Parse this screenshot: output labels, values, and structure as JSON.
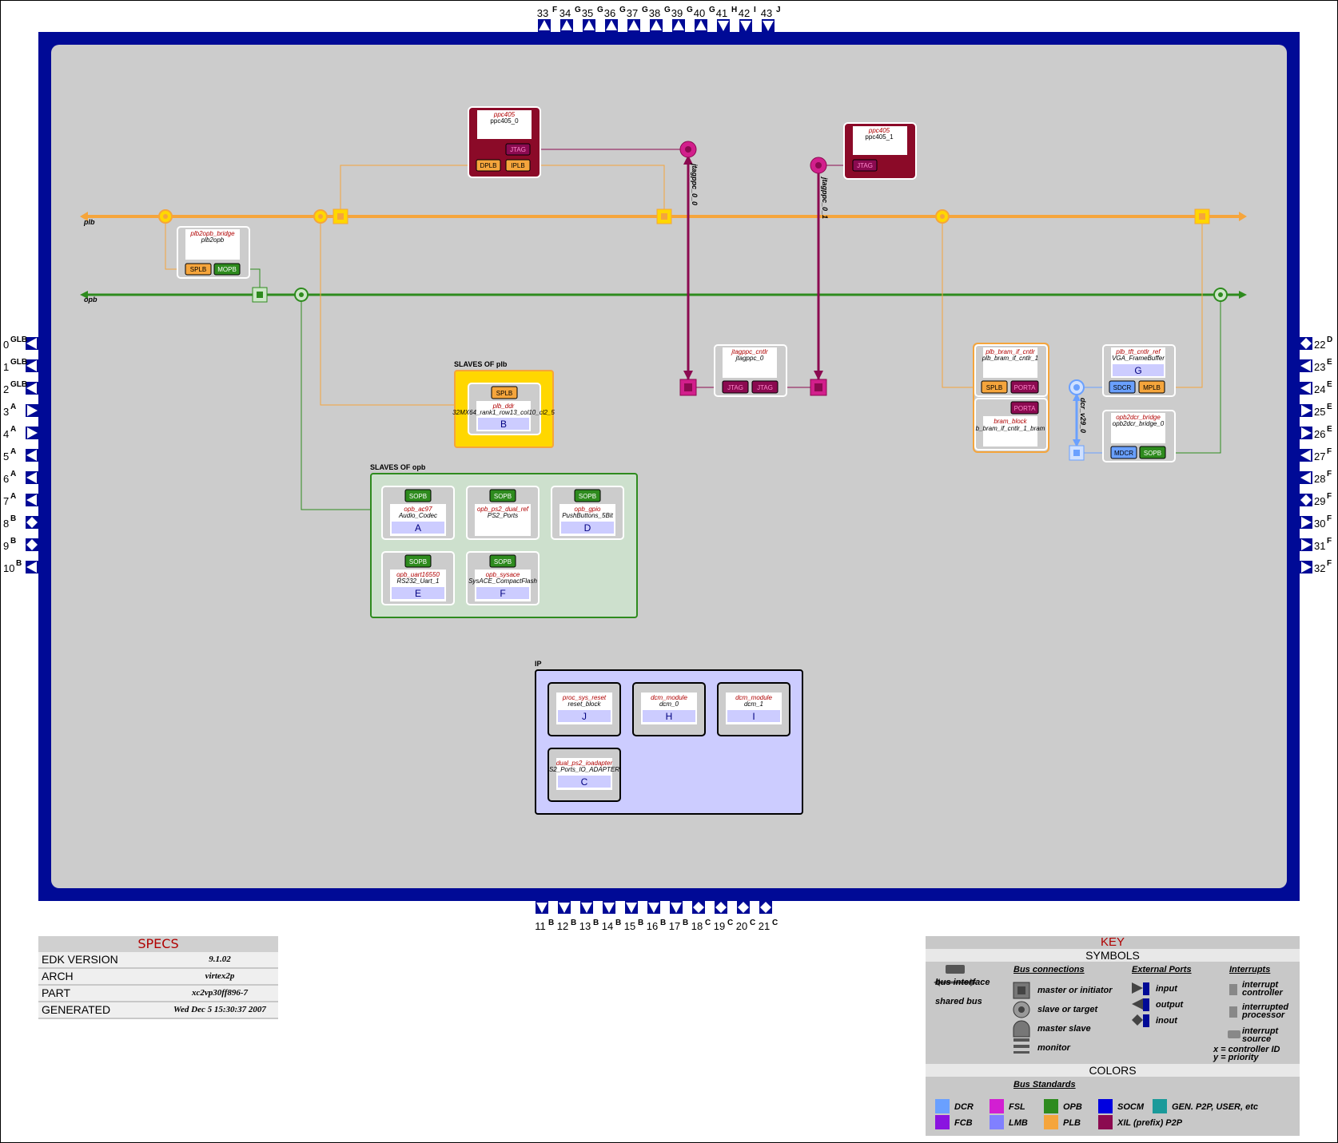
{
  "buses": {
    "plb": {
      "label": "plb",
      "color": "#f5a53c"
    },
    "opb": {
      "label": "opb",
      "color": "#2e8b1e"
    }
  },
  "instances": {
    "ppc405_0": {
      "type": "ppc405",
      "name": "ppc405_0",
      "ports": [
        "JTAG",
        "DPLB",
        "IPLB"
      ]
    },
    "ppc405_1": {
      "type": "ppc405",
      "name": "ppc405_1",
      "ports": [
        "JTAG"
      ]
    },
    "plb2opb": {
      "type": "plb2opb_bridge",
      "name": "plb2opb",
      "ports": [
        "SPLB",
        "MOPB"
      ]
    },
    "jtagppc": {
      "type": "jtagppc_cntlr",
      "name": "jtagppc_0",
      "ports": [
        "JTAG",
        "JTAG"
      ]
    },
    "plb_bram_if": {
      "type": "plb_bram_if_cntlr",
      "name": "plb_bram_if_cntlr_1",
      "ports": [
        "SPLB",
        "PORTA"
      ]
    },
    "bram_block": {
      "type": "bram_block",
      "name": "b_bram_if_cntlr_1_bram",
      "ports": [
        "PORTA"
      ]
    },
    "plb_tft": {
      "type": "plb_tft_cntlr_ref",
      "name": "VGA_FrameBuffer",
      "letter": "G",
      "ports": [
        "SDCR",
        "MPLB"
      ]
    },
    "opb2dcr": {
      "type": "opb2dcr_bridge",
      "name": "opb2dcr_bridge_0",
      "ports": [
        "MDCR",
        "SOPB"
      ]
    }
  },
  "jtag_labels": [
    "jtagppc_0_0",
    "jtagppc_0_1"
  ],
  "dcr_label": "dcr_v29_0",
  "slaves_plb": {
    "title": "SLAVES OF plb",
    "items": [
      {
        "type": "plb_ddr",
        "name": "32MX64_rank1_row13_col10_cl2_5",
        "letter": "B",
        "port": "SPLB"
      }
    ]
  },
  "slaves_opb": {
    "title": "SLAVES OF opb",
    "items": [
      {
        "type": "opb_ac97",
        "name": "Audio_Codec",
        "letter": "A",
        "port": "SOPB"
      },
      {
        "type": "opb_ps2_dual_ref",
        "name": "PS2_Ports",
        "letter": "",
        "port": "SOPB"
      },
      {
        "type": "opb_gpio",
        "name": "PushButtons_5Bit",
        "letter": "D",
        "port": "SOPB"
      },
      {
        "type": "opb_uart16550",
        "name": "RS232_Uart_1",
        "letter": "E",
        "port": "SOPB"
      },
      {
        "type": "opb_sysace",
        "name": "SysACE_CompactFlash",
        "letter": "F",
        "port": "SOPB"
      }
    ]
  },
  "ip": {
    "title": "IP",
    "items": [
      {
        "type": "proc_sys_reset",
        "name": "reset_block",
        "letter": "J"
      },
      {
        "type": "dcm_module",
        "name": "dcm_0",
        "letter": "H"
      },
      {
        "type": "dcm_module",
        "name": "dcm_1",
        "letter": "I"
      },
      {
        "type": "dual_ps2_ioadapter",
        "name": "S2_Ports_IO_ADAPTER",
        "letter": "C"
      }
    ]
  },
  "ports": {
    "top": [
      [
        "33",
        "F",
        "input"
      ],
      [
        "34",
        "G",
        "input"
      ],
      [
        "35",
        "G",
        "input"
      ],
      [
        "36",
        "G",
        "input"
      ],
      [
        "37",
        "G",
        "input"
      ],
      [
        "38",
        "G",
        "input"
      ],
      [
        "39",
        "G",
        "input"
      ],
      [
        "40",
        "G",
        "input"
      ],
      [
        "41",
        "H",
        "output"
      ],
      [
        "42",
        "I",
        "output"
      ],
      [
        "43",
        "J",
        "output"
      ]
    ],
    "bottom": [
      [
        "11",
        "B",
        "output"
      ],
      [
        "12",
        "B",
        "output"
      ],
      [
        "13",
        "B",
        "output"
      ],
      [
        "14",
        "B",
        "output"
      ],
      [
        "15",
        "B",
        "output"
      ],
      [
        "16",
        "B",
        "output"
      ],
      [
        "17",
        "B",
        "output"
      ],
      [
        "18",
        "C",
        "inout"
      ],
      [
        "19",
        "C",
        "inout"
      ],
      [
        "20",
        "C",
        "inout"
      ],
      [
        "21",
        "C",
        "inout"
      ]
    ],
    "left": [
      [
        "0",
        "GLB",
        "output"
      ],
      [
        "1",
        "GLB",
        "output"
      ],
      [
        "2",
        "GLB",
        "output"
      ],
      [
        "3",
        "A",
        "input"
      ],
      [
        "4",
        "A",
        "input"
      ],
      [
        "5",
        "A",
        "output"
      ],
      [
        "6",
        "A",
        "output"
      ],
      [
        "7",
        "A",
        "output"
      ],
      [
        "8",
        "B",
        "inout"
      ],
      [
        "9",
        "B",
        "inout"
      ],
      [
        "10",
        "B",
        "output"
      ]
    ],
    "right": [
      [
        "22",
        "D",
        "inout"
      ],
      [
        "23",
        "E",
        "input"
      ],
      [
        "24",
        "E",
        "input"
      ],
      [
        "25",
        "E",
        "output"
      ],
      [
        "26",
        "E",
        "output"
      ],
      [
        "27",
        "F",
        "input"
      ],
      [
        "28",
        "F",
        "input"
      ],
      [
        "29",
        "F",
        "inout"
      ],
      [
        "30",
        "F",
        "output"
      ],
      [
        "31",
        "F",
        "output"
      ],
      [
        "32",
        "F",
        "output"
      ]
    ]
  },
  "specs": {
    "title": "SPECS",
    "rows": [
      {
        "k": "EDK VERSION",
        "v": "9.1.02"
      },
      {
        "k": "ARCH",
        "v": "virtex2p"
      },
      {
        "k": "PART",
        "v": "xc2vp30ff896-7"
      },
      {
        "k": "GENERATED",
        "v": "Wed Dec 5 15:30:37 2007"
      }
    ]
  },
  "key": {
    "title": "KEY",
    "symbols_title": "SYMBOLS",
    "colors_title": "COLORS",
    "bus_interface": "bus interface",
    "shared_bus": "shared bus",
    "bus_connections": "Bus connections",
    "conn": [
      "master or initiator",
      "slave or target",
      "master slave",
      "monitor"
    ],
    "external_ports": "External Ports",
    "ext": [
      "input",
      "output",
      "inout"
    ],
    "interrupts": "Interrupts",
    "intr": [
      "interrupt controller",
      "interrupted processor",
      "interrupt source"
    ],
    "intr_note1": "x = controller ID",
    "intr_note2": "y = priority",
    "bus_standards": "Bus Standards",
    "standards": [
      {
        "name": "DCR",
        "color": "#6aa0ff"
      },
      {
        "name": "FSL",
        "color": "#d21fd2"
      },
      {
        "name": "OPB",
        "color": "#2e8b1e"
      },
      {
        "name": "SOCM",
        "color": "#0000e0"
      },
      {
        "name": "GEN. P2P, USER, etc",
        "color": "#1a9a9a"
      },
      {
        "name": "FCB",
        "color": "#8a14e0"
      },
      {
        "name": "LMB",
        "color": "#8080ff"
      },
      {
        "name": "PLB",
        "color": "#f5a53c"
      },
      {
        "name": "XIL (prefix) P2P",
        "color": "#8b0a50"
      }
    ]
  }
}
